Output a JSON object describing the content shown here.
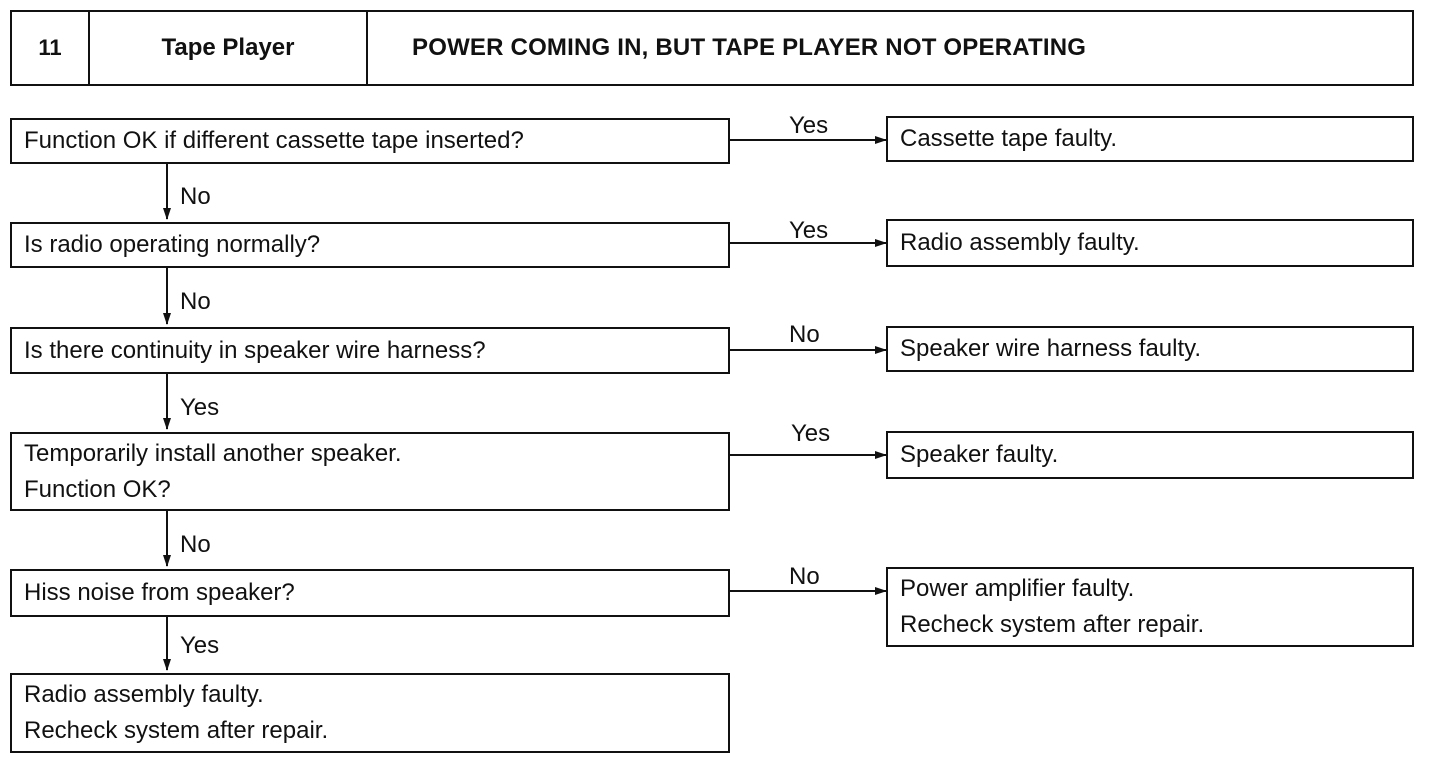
{
  "header": {
    "number": "11",
    "title": "Tape Player",
    "description": "POWER COMING IN, BUT TAPE PLAYER NOT OPERATING"
  },
  "steps": [
    {
      "question": [
        "Function OK if different cassette tape inserted?"
      ],
      "branch_label": "Yes",
      "result": [
        "Cassette tape faulty."
      ],
      "down_label": "No"
    },
    {
      "question": [
        "Is radio operating normally?"
      ],
      "branch_label": "Yes",
      "result": [
        "Radio assembly faulty."
      ],
      "down_label": "No"
    },
    {
      "question": [
        "Is there continuity in speaker wire harness?"
      ],
      "branch_label": "No",
      "result": [
        "Speaker wire harness faulty."
      ],
      "down_label": "Yes"
    },
    {
      "question": [
        "Temporarily install another speaker.",
        "Function OK?"
      ],
      "branch_label": "Yes",
      "result": [
        "Speaker faulty."
      ],
      "down_label": "No"
    },
    {
      "question": [
        "Hiss noise from speaker?"
      ],
      "branch_label": "No",
      "result": [
        "Power amplifier faulty.",
        "Recheck system after repair."
      ],
      "down_label": "Yes"
    }
  ],
  "final": [
    "Radio assembly faulty.",
    "Recheck system after repair."
  ]
}
